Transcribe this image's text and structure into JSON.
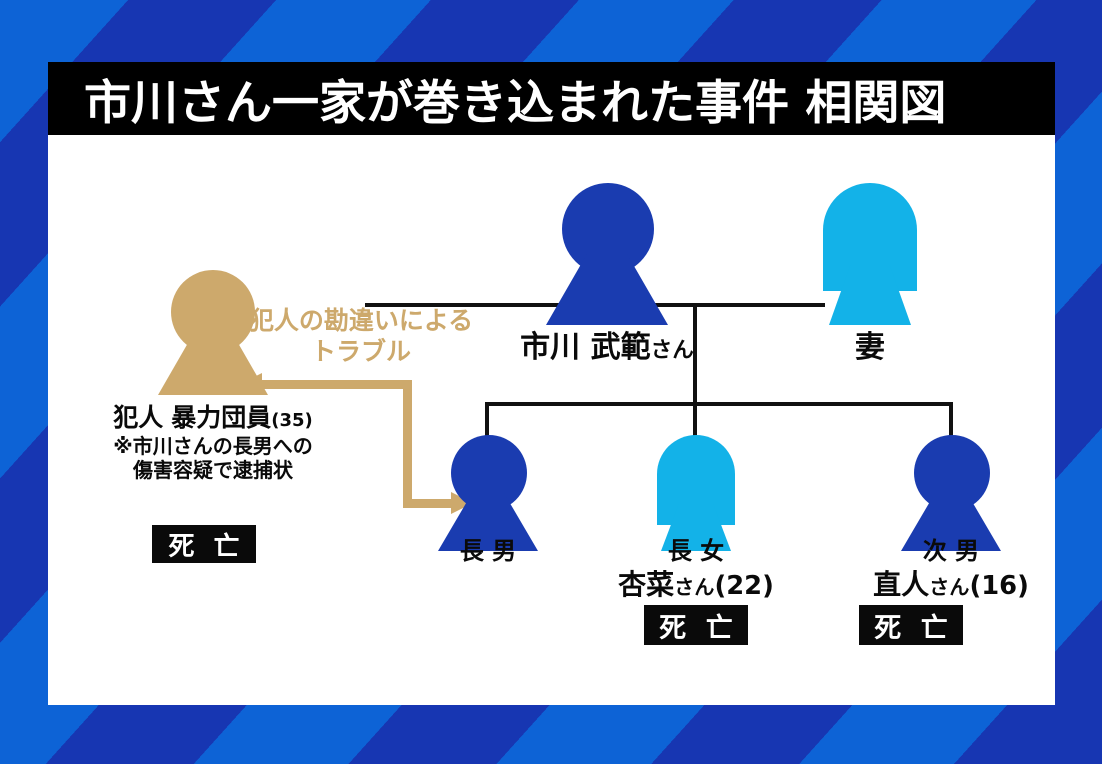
{
  "header": {
    "title": "市川さん一家が巻き込まれた事件 相関図"
  },
  "colors": {
    "male": "#1a3cb0",
    "female": "#13b2e8",
    "suspect": "#cda96c",
    "line": "#111111",
    "badge_bg": "#0a0a0a",
    "badge_text": "#ffffff",
    "bg_dark": "#1736b2",
    "bg_light": "#0d63d6",
    "panel": "#ffffff",
    "header_bg": "#000000"
  },
  "relation": {
    "label_line1": "犯人の勘違いによる",
    "label_line2": "トラブル"
  },
  "people": {
    "suspect": {
      "role": "犯人",
      "desc": "暴力団員",
      "age": "(35)",
      "note_line1": "※市川さんの長男への",
      "note_line2": "傷害容疑で逮捕状",
      "status": "死 亡",
      "figure": "male"
    },
    "father": {
      "name": "市川 武範",
      "honorific": "さん",
      "figure": "male"
    },
    "mother": {
      "name": "妻",
      "figure": "female"
    },
    "eldest_son": {
      "role": "長 男",
      "figure": "male"
    },
    "eldest_daughter": {
      "role": "長 女",
      "name": "杏菜",
      "honorific": "さん",
      "age": "(22)",
      "status": "死 亡",
      "figure": "female"
    },
    "second_son": {
      "role": "次 男",
      "name": "直人",
      "honorific": "さん",
      "age": "(16)",
      "status": "死 亡",
      "figure": "male"
    }
  }
}
